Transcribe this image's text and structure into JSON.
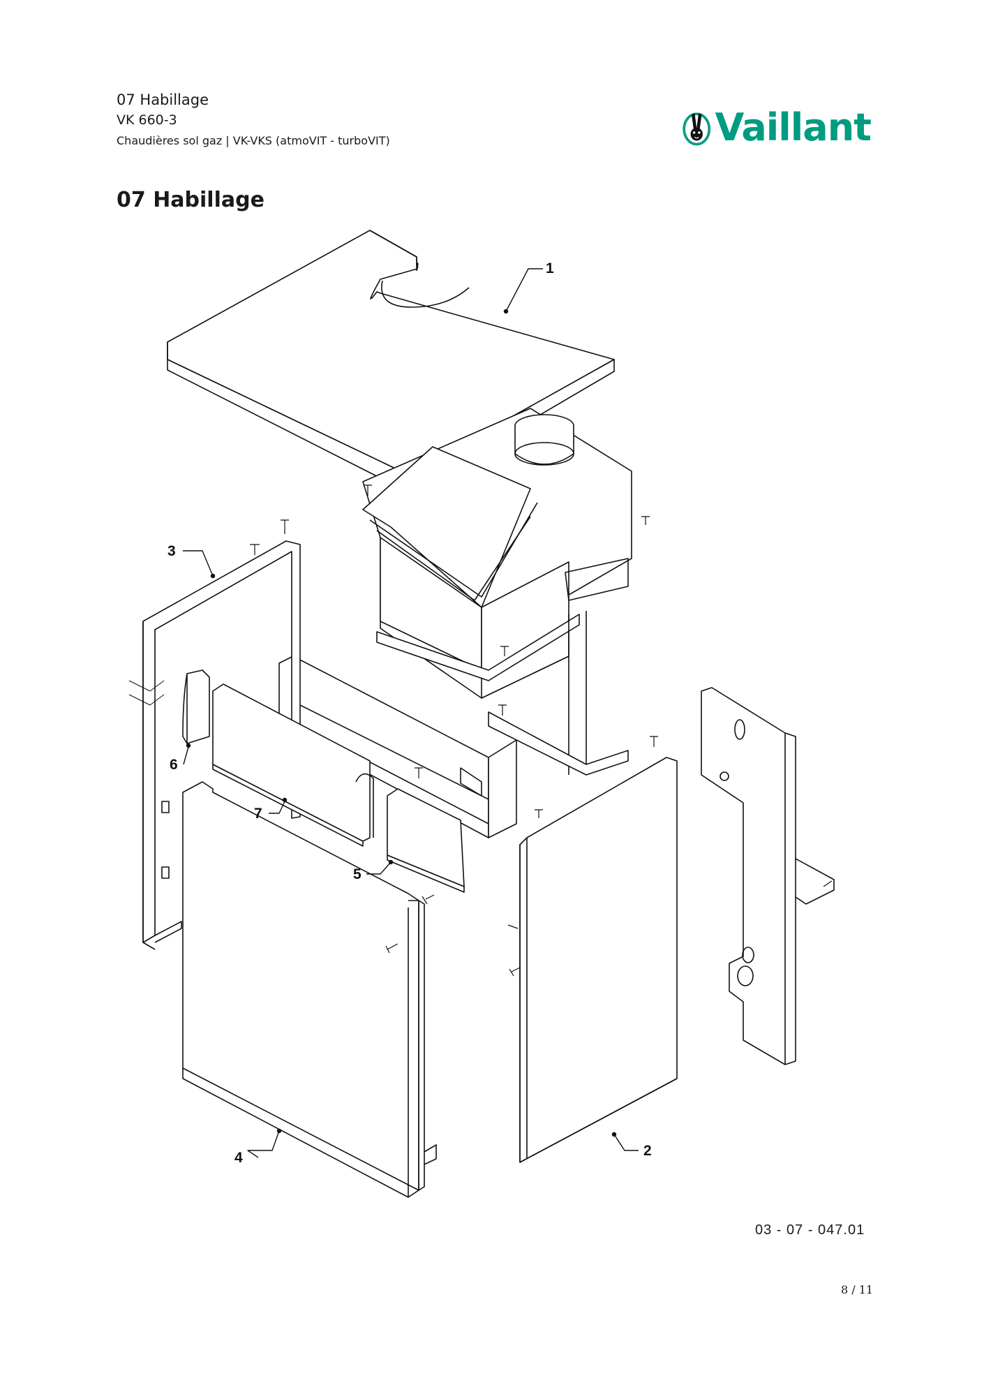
{
  "header": {
    "section": "07 Habillage",
    "model": "VK 660-3",
    "subtitle": "Chaudières sol gaz | VK-VKS (atmoVIT - turboVIT)"
  },
  "logo": {
    "text": "Vaillant",
    "color": "#009c82"
  },
  "page_title": "07 Habillage",
  "callouts": [
    "1",
    "2",
    "3",
    "4",
    "5",
    "6",
    "7"
  ],
  "drawing_ref": "03 - 07 - 047.01",
  "page_number": "8 / 11"
}
